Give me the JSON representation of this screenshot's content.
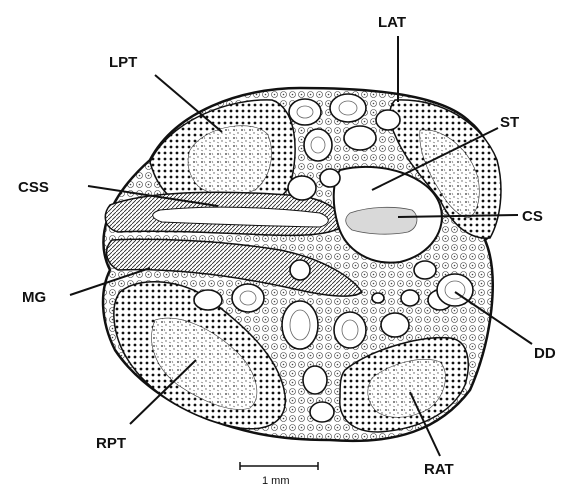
{
  "labels": {
    "lat": "LAT",
    "lpt": "LPT",
    "st": "ST",
    "css": "CSS",
    "cs": "CS",
    "mg": "MG",
    "dd": "DD",
    "rpt": "RPT",
    "rat": "RAT"
  },
  "scale_bar": {
    "text": "1 mm"
  },
  "colors": {
    "ink": "#111111",
    "tissue": "#ffffff",
    "lumen": "#d9d9d9"
  }
}
